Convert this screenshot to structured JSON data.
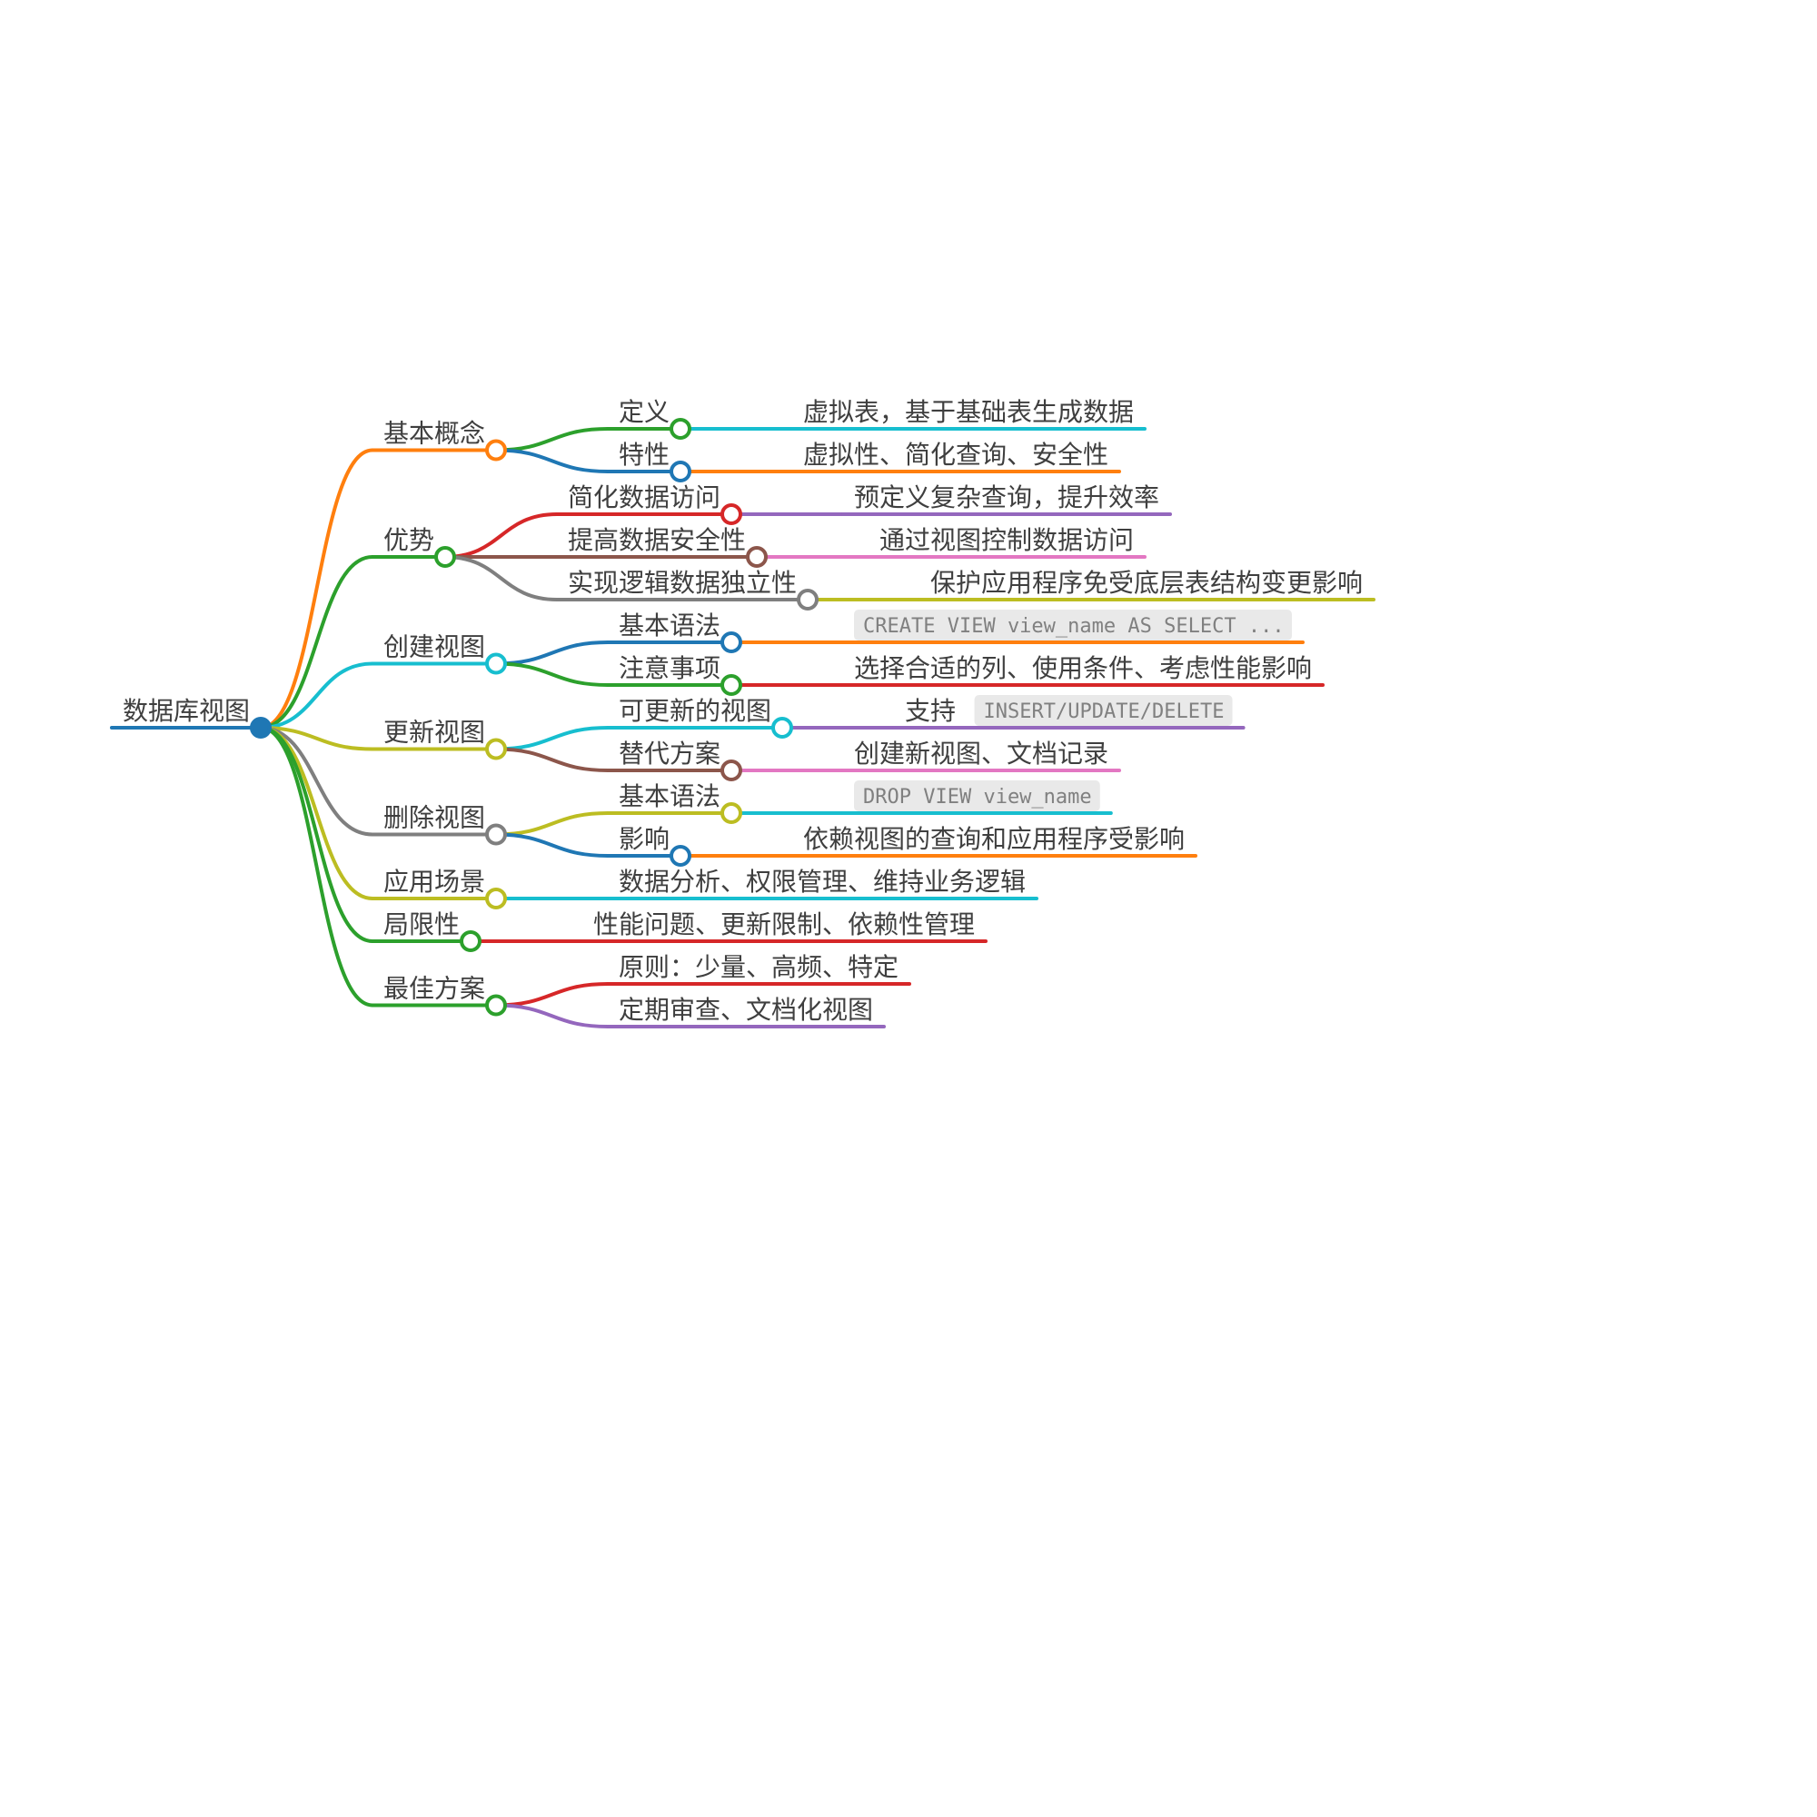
{
  "palette": {
    "blue": "#1f77b4",
    "orange": "#ff7f0e",
    "green": "#2ca02c",
    "red": "#d62728",
    "purple": "#9467bd",
    "brown": "#8c564b",
    "pink": "#e377c2",
    "gray": "#7f7f7f",
    "olive": "#bcbd22",
    "cyan": "#17becf"
  },
  "text_color": "#3f3f3f",
  "code": {
    "bg": "#e9e9e9",
    "fg": "#808080"
  },
  "root": {
    "text": "数据库视图",
    "color": "blue",
    "children": [
      {
        "text": "基本概念",
        "color": "orange",
        "children": [
          {
            "text": "定义",
            "color": "green",
            "children": [
              {
                "text": "虚拟表，基于基础表生成数据",
                "color": "cyan"
              }
            ]
          },
          {
            "text": "特性",
            "color": "blue",
            "children": [
              {
                "text": "虚拟性、简化查询、安全性",
                "color": "orange"
              }
            ]
          }
        ]
      },
      {
        "text": "优势",
        "color": "green",
        "children": [
          {
            "text": "简化数据访问",
            "color": "red",
            "children": [
              {
                "text": "预定义复杂查询，提升效率",
                "color": "purple"
              }
            ]
          },
          {
            "text": "提高数据安全性",
            "color": "brown",
            "children": [
              {
                "text": "通过视图控制数据访问",
                "color": "pink"
              }
            ]
          },
          {
            "text": "实现逻辑数据独立性",
            "color": "gray",
            "children": [
              {
                "text": "保护应用程序免受底层表结构变更影响",
                "color": "olive"
              }
            ]
          }
        ]
      },
      {
        "text": "创建视图",
        "color": "cyan",
        "children": [
          {
            "text": "基本语法",
            "color": "blue",
            "children": [
              {
                "segments": [
                  {
                    "t": "code",
                    "s": "CREATE VIEW view_name AS SELECT ..."
                  }
                ],
                "color": "orange"
              }
            ]
          },
          {
            "text": "注意事项",
            "color": "green",
            "children": [
              {
                "text": "选择合适的列、使用条件、考虑性能影响",
                "color": "red"
              }
            ]
          }
        ]
      },
      {
        "text": "更新视图",
        "color": "olive",
        "children": [
          {
            "text": "可更新的视图",
            "color": "cyan",
            "children": [
              {
                "segments": [
                  {
                    "t": "text",
                    "s": "支持 "
                  },
                  {
                    "t": "code",
                    "s": "INSERT/UPDATE/DELETE"
                  }
                ],
                "color": "purple"
              }
            ]
          },
          {
            "text": "替代方案",
            "color": "brown",
            "children": [
              {
                "text": "创建新视图、文档记录",
                "color": "pink"
              }
            ]
          }
        ]
      },
      {
        "text": "删除视图",
        "color": "gray",
        "children": [
          {
            "text": "基本语法",
            "color": "olive",
            "children": [
              {
                "segments": [
                  {
                    "t": "code",
                    "s": "DROP VIEW view_name"
                  }
                ],
                "color": "cyan"
              }
            ]
          },
          {
            "text": "影响",
            "color": "blue",
            "children": [
              {
                "text": "依赖视图的查询和应用程序受影响",
                "color": "orange"
              }
            ]
          }
        ]
      },
      {
        "text": "应用场景",
        "color": "olive",
        "children": [
          {
            "text": "数据分析、权限管理、维持业务逻辑",
            "color": "cyan"
          }
        ]
      },
      {
        "text": "局限性",
        "color": "green",
        "children": [
          {
            "text": "性能问题、更新限制、依赖性管理",
            "color": "red"
          }
        ]
      },
      {
        "text": "最佳方案",
        "color": "green",
        "children": [
          {
            "text": "原则：少量、高频、特定",
            "color": "red"
          },
          {
            "text": "定期审查、文档化视图",
            "color": "purple"
          }
        ]
      }
    ]
  }
}
